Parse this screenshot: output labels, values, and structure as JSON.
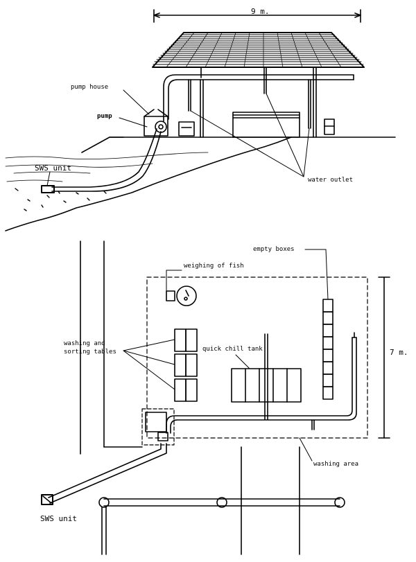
{
  "elevation": {
    "dimension_label": "9 m.",
    "labels": {
      "pump_house": "pump house",
      "pump": "pump",
      "sws_unit": "SWS unit",
      "water_outlet": "water outlet"
    }
  },
  "plan": {
    "dimension_label": "7 m.",
    "labels": {
      "empty_boxes": "empty boxes",
      "weighing": "weighing of fish",
      "washing_line1": "washing and",
      "washing_line2": "sorting tables",
      "quick_chill": "quick chill tank",
      "washing_area": "washing area",
      "sws_unit": "SWS unit"
    }
  }
}
